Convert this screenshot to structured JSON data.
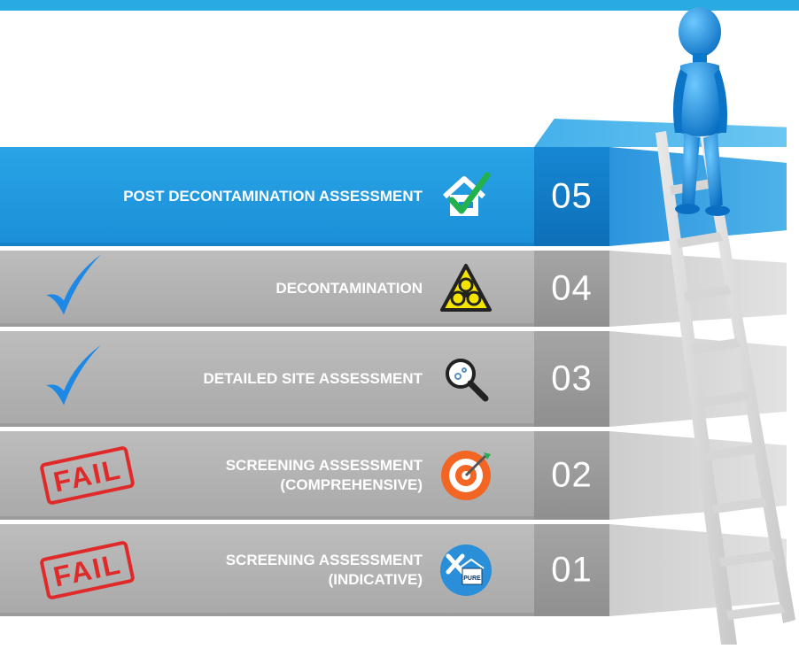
{
  "steps": [
    {
      "number": "05",
      "label": "POST DECONTAMINATION ASSESSMENT",
      "icon": "house-checkmark-icon",
      "status": null
    },
    {
      "number": "04",
      "label": "DECONTAMINATION",
      "icon": "biohazard-icon",
      "status": "check"
    },
    {
      "number": "03",
      "label": "DETAILED SITE ASSESSMENT",
      "icon": "magnifier-icon",
      "status": "check"
    },
    {
      "number": "02",
      "label_lines": [
        "SCREENING ASSESSMENT",
        "(COMPREHENSIVE)"
      ],
      "icon": "target-icon",
      "status": "fail"
    },
    {
      "number": "01",
      "label_lines": [
        "SCREENING ASSESSMENT",
        "(INDICATIVE)"
      ],
      "icon": "pure-logo-icon",
      "status": "fail"
    }
  ],
  "fail_text": "FAIL",
  "logo_text": "PURE",
  "colors": {
    "accent_blue": "#1a8fd8",
    "step_gray": "#b3b3b3",
    "check_blue": "#1e88e5",
    "fail_red": "#e02a2a"
  }
}
